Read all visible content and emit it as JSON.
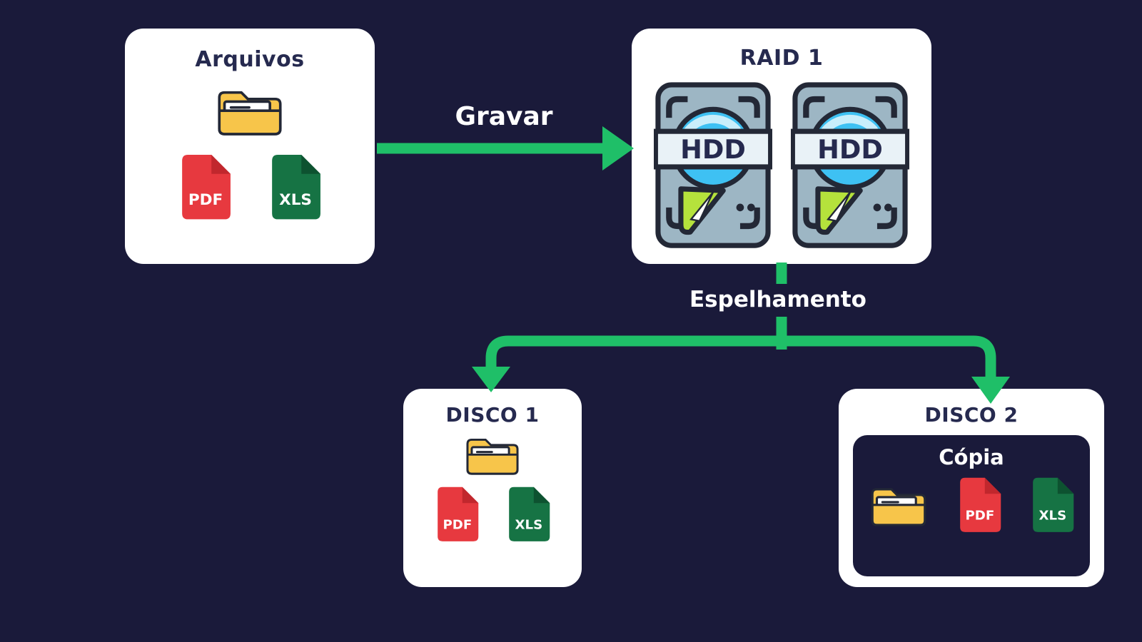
{
  "colors": {
    "bg": "#1a1a3a",
    "card": "#ffffff",
    "accent": "#1fbf68",
    "ink": "#262a4f",
    "label": "#ffffff",
    "outline": "#232836",
    "pdf-main": "#e7393f",
    "pdf-fold": "#c1272d",
    "xls-main": "#167344",
    "xls-fold": "#0d5230",
    "folder-main": "#f7c54a",
    "hdd-body": "#9db6c4",
    "hdd-blue": "#3ec1f3",
    "hdd-band": "#e9f2f7",
    "hdd-lime": "#b5e23c"
  },
  "nodes": {
    "arquivos": {
      "title": "Arquivos"
    },
    "raid1": {
      "title": "RAID 1",
      "hdd_label": "HDD"
    },
    "disco1": {
      "title": "DISCO 1"
    },
    "disco2": {
      "title": "DISCO 2",
      "copy_label": "Cópia"
    }
  },
  "edges": {
    "gravar": {
      "label": "Gravar"
    },
    "espelhamento": {
      "label": "Espelhamento"
    }
  },
  "files": {
    "pdf": "PDF",
    "xls": "XLS"
  }
}
